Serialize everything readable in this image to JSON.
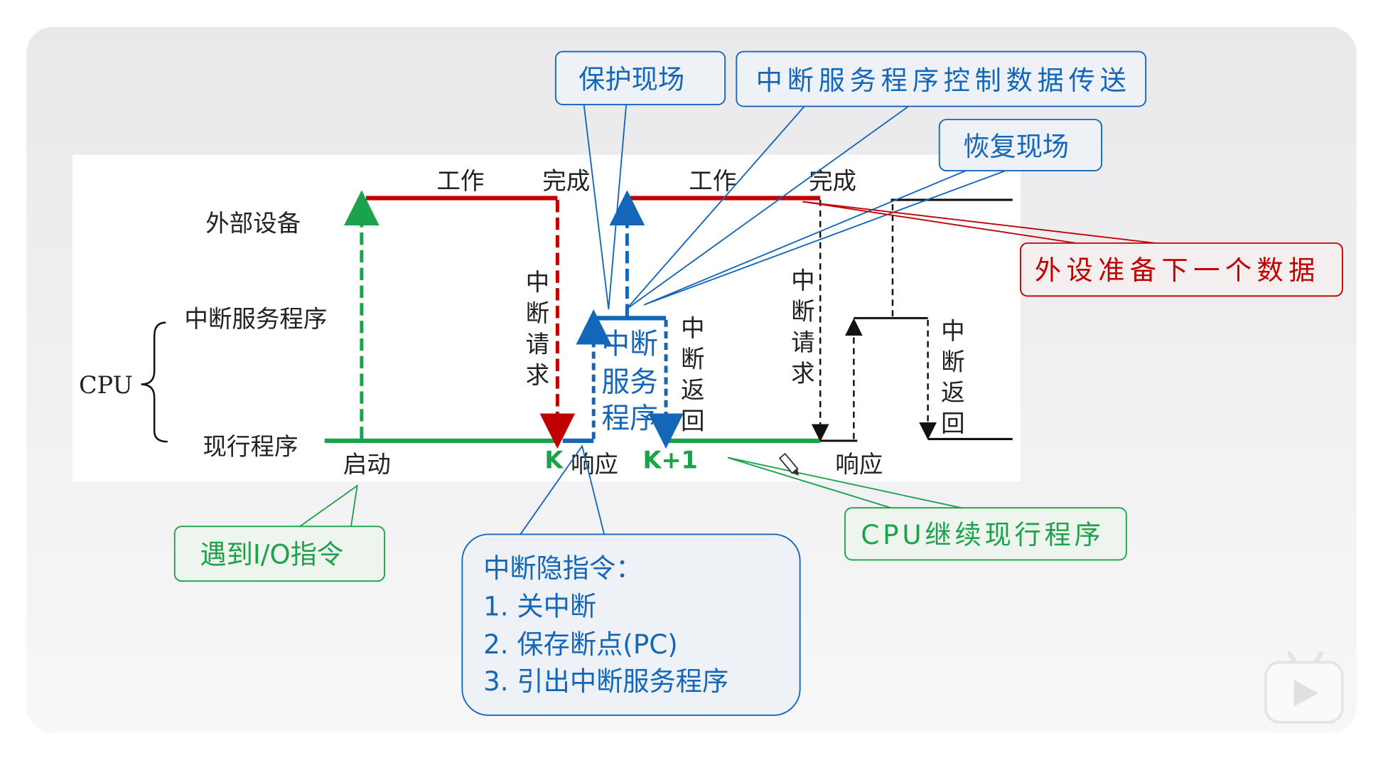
{
  "colors": {
    "red": "#c00000",
    "green": "#1aa34a",
    "blue": "#1466b8",
    "black": "#111111"
  },
  "axis": {
    "device": "外部设备",
    "isr": "中断服务程序",
    "cpu": "CPU",
    "program": "现行程序"
  },
  "timeline": {
    "work1": "工作",
    "done1": "完成",
    "work2": "工作",
    "done2": "完成",
    "start": "启动",
    "k": "K",
    "respond1": "响应",
    "k1": "K+1",
    "respond2": "响应"
  },
  "vertical": {
    "req1": "中断请求",
    "ret1": "中断返回",
    "req2": "中断请求",
    "ret2": "中断返回"
  },
  "isr_box": {
    "line1": "中断",
    "line2": "服务",
    "line3": "程序"
  },
  "callouts": {
    "protect": "保护现场",
    "transfer": "中断服务程序控制数据传送",
    "restore": "恢复现场",
    "next_data": "外设准备下一个数据",
    "io": "遇到I/O指令",
    "continue": "CPU继续现行程序",
    "hidden_title": "中断隐指令：",
    "hidden_items": [
      "1. 关中断",
      "2. 保存断点(PC)",
      "3. 引出中断服务程序"
    ]
  },
  "icons": {
    "player": "bilibili-play-icon",
    "pen": "pen-icon"
  }
}
